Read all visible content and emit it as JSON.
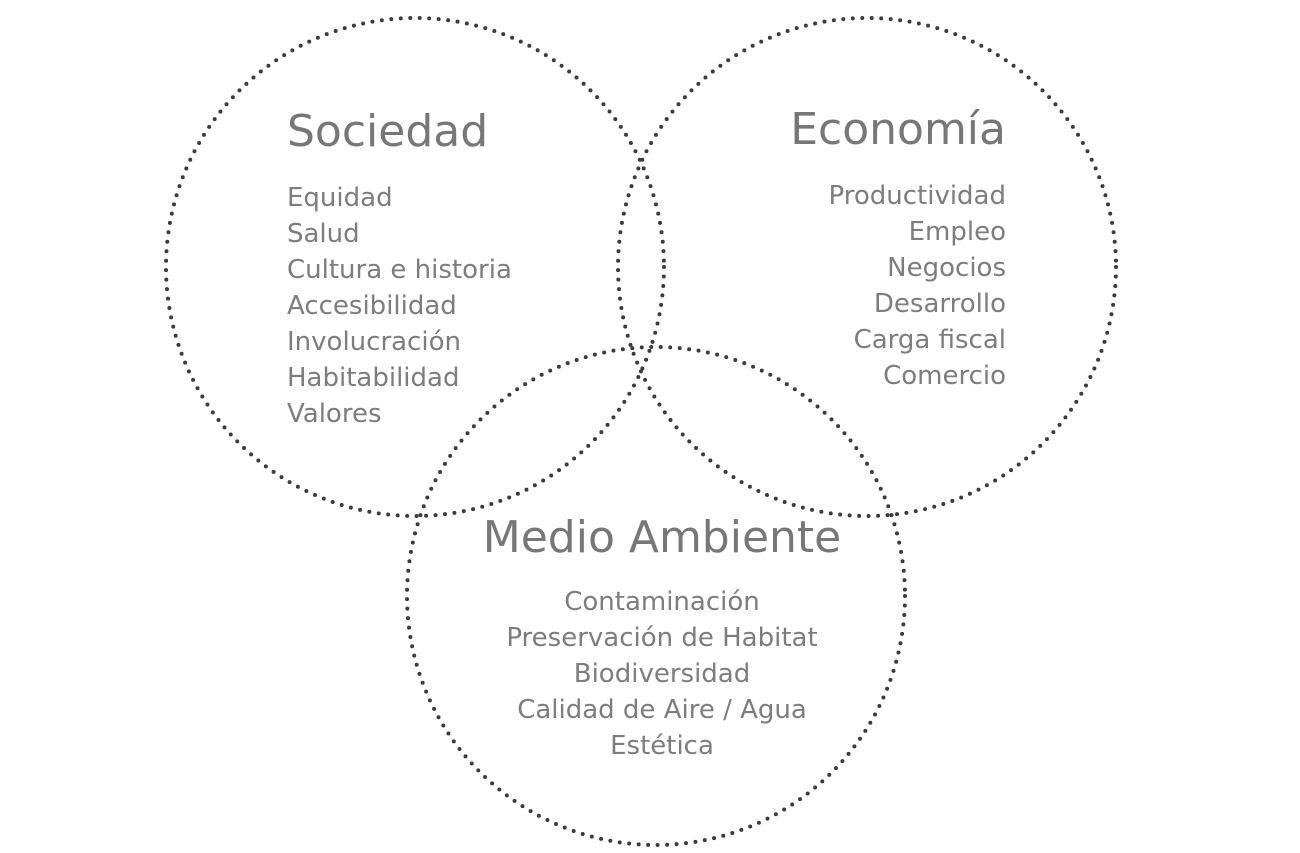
{
  "groups": {
    "sociedad": {
      "title": "Sociedad",
      "items": [
        "Equidad",
        "Salud",
        "Cultura e historia",
        "Accesibilidad",
        "Involucración",
        "Habitabilidad",
        "Valores"
      ]
    },
    "economia": {
      "title": "Economía",
      "items": [
        "Productividad",
        "Empleo",
        "Negocios",
        "Desarrollo",
        "Carga fiscal",
        "Comercio"
      ]
    },
    "medio_ambiente": {
      "title": "Medio Ambiente",
      "items": [
        "Contaminación",
        "Preservación de Habitat",
        "Biodiversidad",
        "Calidad de Aire / Agua",
        "Estética"
      ]
    }
  },
  "colors": {
    "circle_stroke": "#3b3b3b",
    "text": "#7a7a7a",
    "background": "#ffffff"
  }
}
